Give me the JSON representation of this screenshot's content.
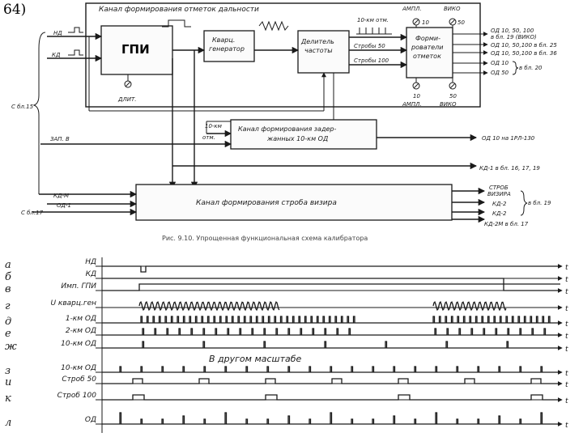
{
  "figure_label": "64)",
  "caption": "Рис. 9.10. Упрощенная функциональная схема калибратора",
  "blocks": {
    "outer_title": "Канал формирования отметок дальности",
    "gpi": "ГПИ",
    "kvarc": [
      "Кварц.",
      "генератор"
    ],
    "delitel": [
      "Делитель",
      "частоты"
    ],
    "form": [
      "Форми-",
      "рователи",
      "отметок"
    ],
    "kanal_zader": [
      "Канал формирования задер-",
      "жанных 10-км ОД"
    ],
    "kanal_strob": "Канал формирования строба визира"
  },
  "signals": {
    "nd": "НД",
    "kd": "КД",
    "s_bl15": "С бл.15",
    "zap_v": "ЗАП. В",
    "kd_m": "КД-М",
    "od1": "ОД-1",
    "s_bl17": "С бл.17",
    "dlit": "ДЛИТ.",
    "ampl_top": "АМПЛ.",
    "viko_top": "ВИКО",
    "ampl_bot": "АМПЛ.",
    "viko_bot": "ВИКО",
    "n10a": "10",
    "n50a": "50",
    "n10b": "10",
    "n50b": "50",
    "km10_otm": "10-км отм.",
    "strob50": "Стробы 50",
    "strob100": "Стробы 100",
    "km10_otm2": [
      "10-км",
      "отм."
    ]
  },
  "outputs": [
    "ОД 10, 50, 100",
    "в бл. 19 (ВИКО)",
    "ОД 10, 50,100 в бл. 25",
    "ОД 10, 50,100 в бл. 36",
    "ОД 10",
    "ОД 50",
    "в бл. 20",
    "ОД 10 на 1РЛ-130",
    "КД-1 в бл. 16, 17, 19",
    "СТРОБ",
    "ВИЗИРА",
    "КД-2",
    "КД-2",
    "КД-2М в бл. 17",
    "в бл. 19"
  ],
  "timing": {
    "rows": [
      {
        "letter": "а",
        "label": "НД"
      },
      {
        "letter": "б",
        "label": "КД"
      },
      {
        "letter": "в",
        "label": "Имп. ГПИ"
      },
      {
        "letter": "г",
        "label": "U кварц.ген"
      },
      {
        "letter": "д",
        "label": "1-км ОД"
      },
      {
        "letter": "е",
        "label": "2-км ОД"
      },
      {
        "letter": "ж",
        "label": "10-км ОД"
      },
      {
        "letter": "з",
        "label": "10-км ОД"
      },
      {
        "letter": "и",
        "label": "Строб 50"
      },
      {
        "letter": "к",
        "label": "Строб 100"
      },
      {
        "letter": "л",
        "label": "ОД"
      }
    ],
    "scale_note": "В другом масштабе",
    "t": "t"
  }
}
